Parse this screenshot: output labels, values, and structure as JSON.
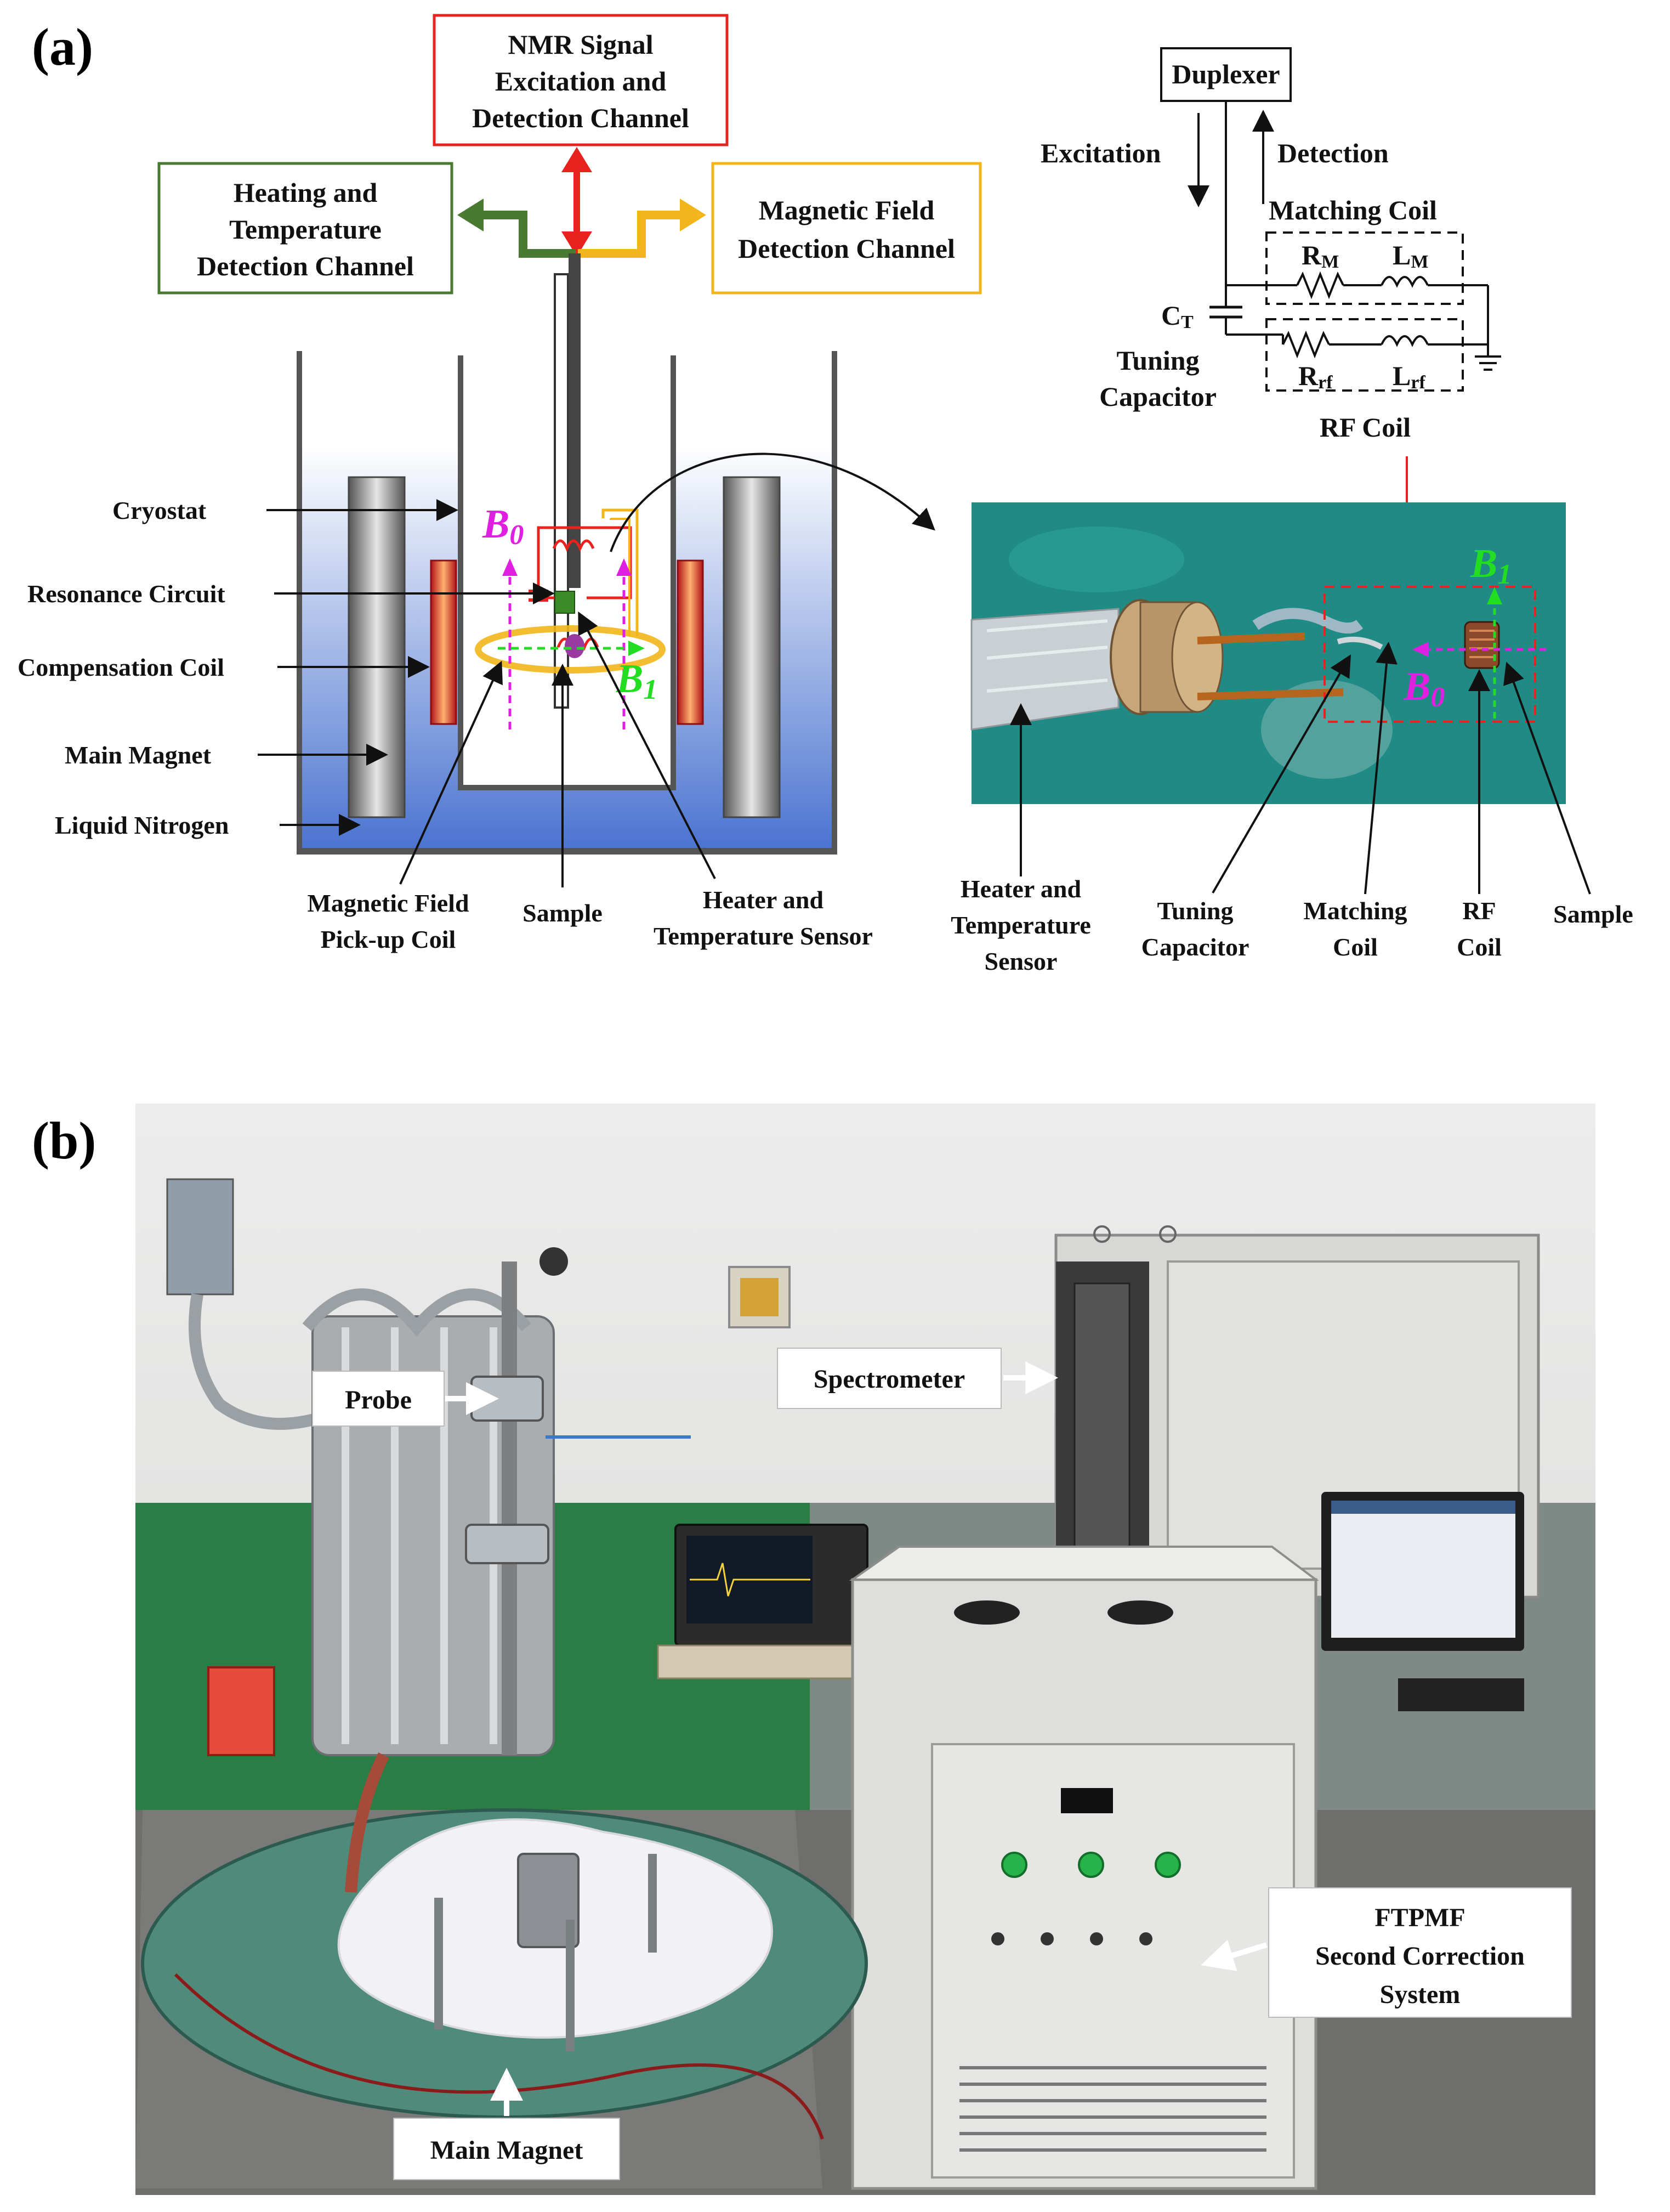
{
  "panel_a": {
    "label": "(a)",
    "nmr_channel": [
      "NMR Signal",
      "Excitation and",
      "Detection Channel"
    ],
    "heating_channel": [
      "Heating and",
      "Temperature",
      "Detection Channel"
    ],
    "field_channel": [
      "Magnetic Field",
      "Detection Channel"
    ],
    "left_labels": {
      "cryostat": "Cryostat",
      "resonance": "Resonance Circuit",
      "compensation": "Compensation Coil",
      "main_magnet": "Main Magnet",
      "liquid_n2": "Liquid Nitrogen"
    },
    "bottom_labels": {
      "pickup": [
        "Magnetic Field",
        "Pick-up Coil"
      ],
      "sample": "Sample",
      "heater": [
        "Heater and",
        "Temperature Sensor"
      ]
    },
    "field_symbols": {
      "b0": "B",
      "b0_sub": "0",
      "b1": "B",
      "b1_sub": "1"
    },
    "circuit": {
      "duplexer": "Duplexer",
      "excitation": "Excitation",
      "detection": "Detection",
      "matching_coil": "Matching Coil",
      "rm": "R",
      "rm_sub": "M",
      "lm": "L",
      "lm_sub": "M",
      "ct": "C",
      "ct_sub": "T",
      "tuning": [
        "Tuning",
        "Capacitor"
      ],
      "rrf": "R",
      "rrf_sub": "rf",
      "lrf": "L",
      "lrf_sub": "rf",
      "rf_coil": "RF Coil"
    },
    "photo_labels": {
      "heater": [
        "Heater and",
        "Temperature",
        "Sensor"
      ],
      "tuning": [
        "Tuning",
        "Capacitor"
      ],
      "matching": [
        "Matching",
        "Coil"
      ],
      "rf": [
        "RF",
        "Coil"
      ],
      "sample": "Sample"
    },
    "colors": {
      "nmr": "#e8231f",
      "heating": "#4a7a32",
      "field": "#f2b61c",
      "b0": "#e020e0",
      "b1": "#22dd22",
      "nitrogen_top": "#ffffff",
      "nitrogen_bottom": "#4a73d0"
    }
  },
  "panel_b": {
    "label": "(b)",
    "callouts": {
      "probe": "Probe",
      "spectrometer": "Spectrometer",
      "ftpmf": [
        "FTPMF",
        "Second Correction",
        "System"
      ],
      "main_magnet": "Main Magnet"
    }
  }
}
